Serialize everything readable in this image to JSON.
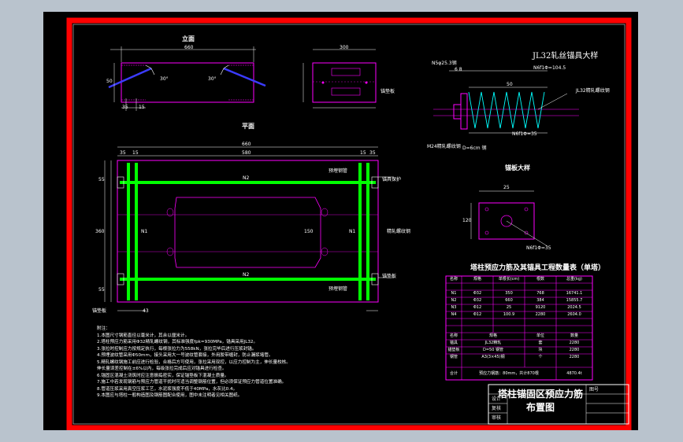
{
  "colors": {
    "background": "#b9c3cd",
    "sheet": "#000000",
    "frame_red": "#ff0000",
    "magenta": "#ff00ff",
    "green": "#00ff00",
    "cyan": "#00ffff",
    "blue": "#3b3bff",
    "white": "#ffffff"
  },
  "views": {
    "elevation_title": "立面",
    "plan_title": "平面",
    "anchor_detail_title": "JL32轧丝锚具大样",
    "plate_detail_title": "锚板大样"
  },
  "elevation": {
    "dim_top": "660",
    "dim_side_left": "50",
    "dim_bottom_left": "35",
    "dim_bottom_mid": "15",
    "label_left": "30°",
    "label_right": "30°",
    "side_dim_top": "300",
    "side_note": "锚垫板"
  },
  "plan": {
    "dim_total": "660",
    "dim_segments": [
      "35",
      "15",
      "580",
      "15",
      "35"
    ],
    "dim_height": "360",
    "dim_left_top": "55",
    "dim_left_bot": "55",
    "bar_label_top": "N2",
    "bar_label_left": "N1",
    "bar_label_right": "N1",
    "bar_label_bottom": "N2",
    "dim_opening": "150",
    "callout_1": "预埋钢管",
    "callout_2": "锚具保护",
    "callout_3": "精轧螺纹钢",
    "callout_4": "锚垫板",
    "callout_5": "预埋钢管",
    "callout_6": "锚垫板",
    "dim_bottom": "43"
  },
  "anchor_detail": {
    "label_1": "N5φ25.3钢",
    "label_2": "N6f1Φ=104.5",
    "label_3": "JL32精轧螺纹钢",
    "label_4": "N6f1Φ=35",
    "label_5": "M24精轧螺纹钢",
    "label_6": "D=6cm 钢",
    "dim_1": "6 8",
    "dim_2": "50"
  },
  "plate_detail": {
    "dim_top": "25",
    "dim_side": "120",
    "label": "N6f1Φ=35"
  },
  "quantity_table": {
    "title": "塔柱预应力筋及其锚具工程数量表（单塔）",
    "header": [
      "名称",
      "规格",
      "单根长(cm)",
      "根数",
      "总重(kg)"
    ],
    "rows": [
      [
        "N1",
        "Φ32",
        "350",
        "768",
        "16741.1"
      ],
      [
        "N2",
        "Φ32",
        "660",
        "384",
        "15855.7"
      ],
      [
        "N3",
        "Φ12",
        "25",
        "9120",
        "2024.5"
      ],
      [
        "N4",
        "Φ12",
        "100.9",
        "2280",
        "2604.0"
      ]
    ],
    "sub_header": [
      "名称",
      "规格",
      "单位",
      "数量"
    ],
    "sub_rows": [
      [
        "锚具",
        "JL32精轧",
        "套",
        "2280"
      ],
      [
        "锚垫板",
        "D=50 钢管",
        "块",
        "2280"
      ],
      [
        "钢管",
        "A3(3×45)钢",
        "个",
        "2280"
      ]
    ],
    "total_label": "合计",
    "total_desc": "预应力钢筋：80mm，共计870根",
    "total_value": "4870.4t"
  },
  "notes": [
    "附注：",
    "1.本图尺寸钢筋直径以毫米计，其余以厘米计。",
    "2.塔柱预应力筋采用Φ32精轧螺纹钢，其标准强度fpk=930MPa，锚具采用JL32。",
    "3.张拉时控制应力按规定执行，每根张拉力为558kN，张拉完毕后进行压浆封锚。",
    "4.预埋波纹管采用Φ50mm，接头采用大一号波纹管套接，外用胶带缠封，防止漏浆堵管。",
    "5.精轧螺纹钢施工前应进行检验，合格后方可使用，张拉采用双控，以应力控制为主，伸长量校核。",
    "  伸长量误差控制在±6%以内，每级张拉完成后应对锚具进行检查。",
    "6.锚固区混凝土浇筑时应注意振捣密实，保证锚垫板下混凝土质量。",
    "7.施工中若发现钢筋与预应力管道干扰时可适当调整钢筋位置，但必须保证预应力管道位置准确。",
    "8.管道压浆采用真空压浆工艺，水泥浆强度不低于40MPa，水灰比0.4。",
    "9.本图应与塔柱一般构造图及钢筋图配合使用，图中未注明者见相关图纸。"
  ],
  "title_block": {
    "title": "塔柱锚固区预应力筋布置图",
    "row_1": "设计",
    "row_2": "复核",
    "row_3": "审核",
    "sheet_no": "图号"
  }
}
